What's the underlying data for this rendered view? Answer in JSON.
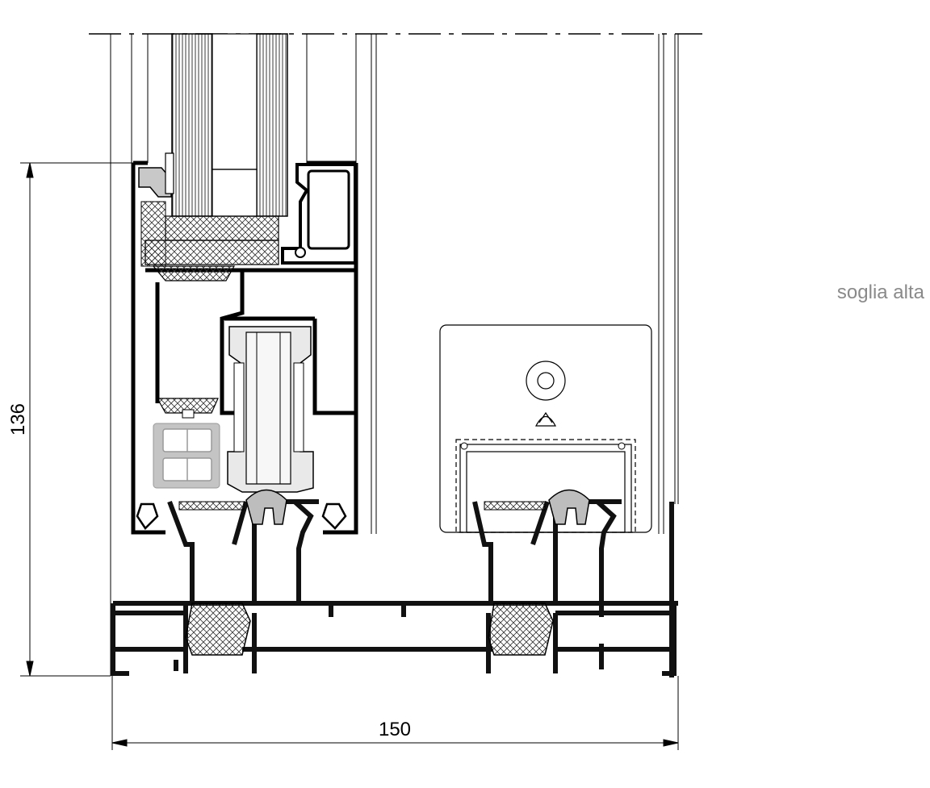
{
  "caption": "soglia alta",
  "dimensions": {
    "height": "136",
    "width": "150"
  },
  "colors": {
    "line": "#000000",
    "profile_fill": "#111111",
    "caption": "#8a8a8a",
    "gasket_grey": "#b4b4b4",
    "background": "#ffffff"
  }
}
